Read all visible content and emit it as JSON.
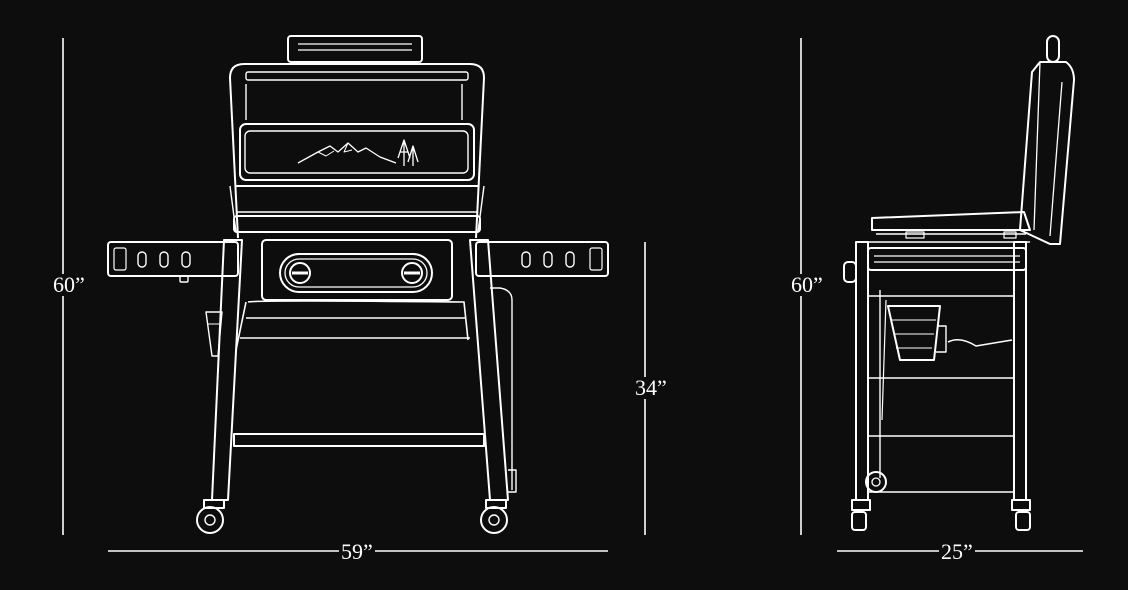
{
  "dimensions": {
    "front_height": "60”",
    "front_width": "59”",
    "front_table_height": "34”",
    "side_height": "60”",
    "side_depth": "25”"
  },
  "colors": {
    "background": "#0d0d0d",
    "line": "#ffffff"
  }
}
